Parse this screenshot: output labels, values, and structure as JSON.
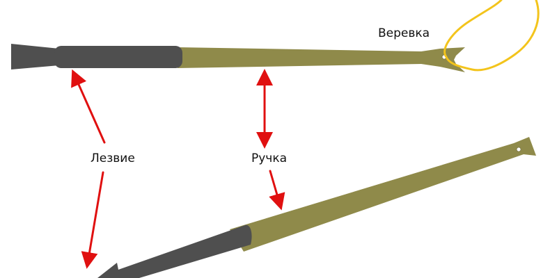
{
  "labels": {
    "rope": "Веревка",
    "blade": "Лезвие",
    "handle": "Ручка"
  },
  "colors": {
    "blade": "#4f4f4f",
    "handle": "#8f8a4a",
    "rope": "#f3c41c",
    "arrow": "#e01010",
    "background": "#ffffff"
  }
}
